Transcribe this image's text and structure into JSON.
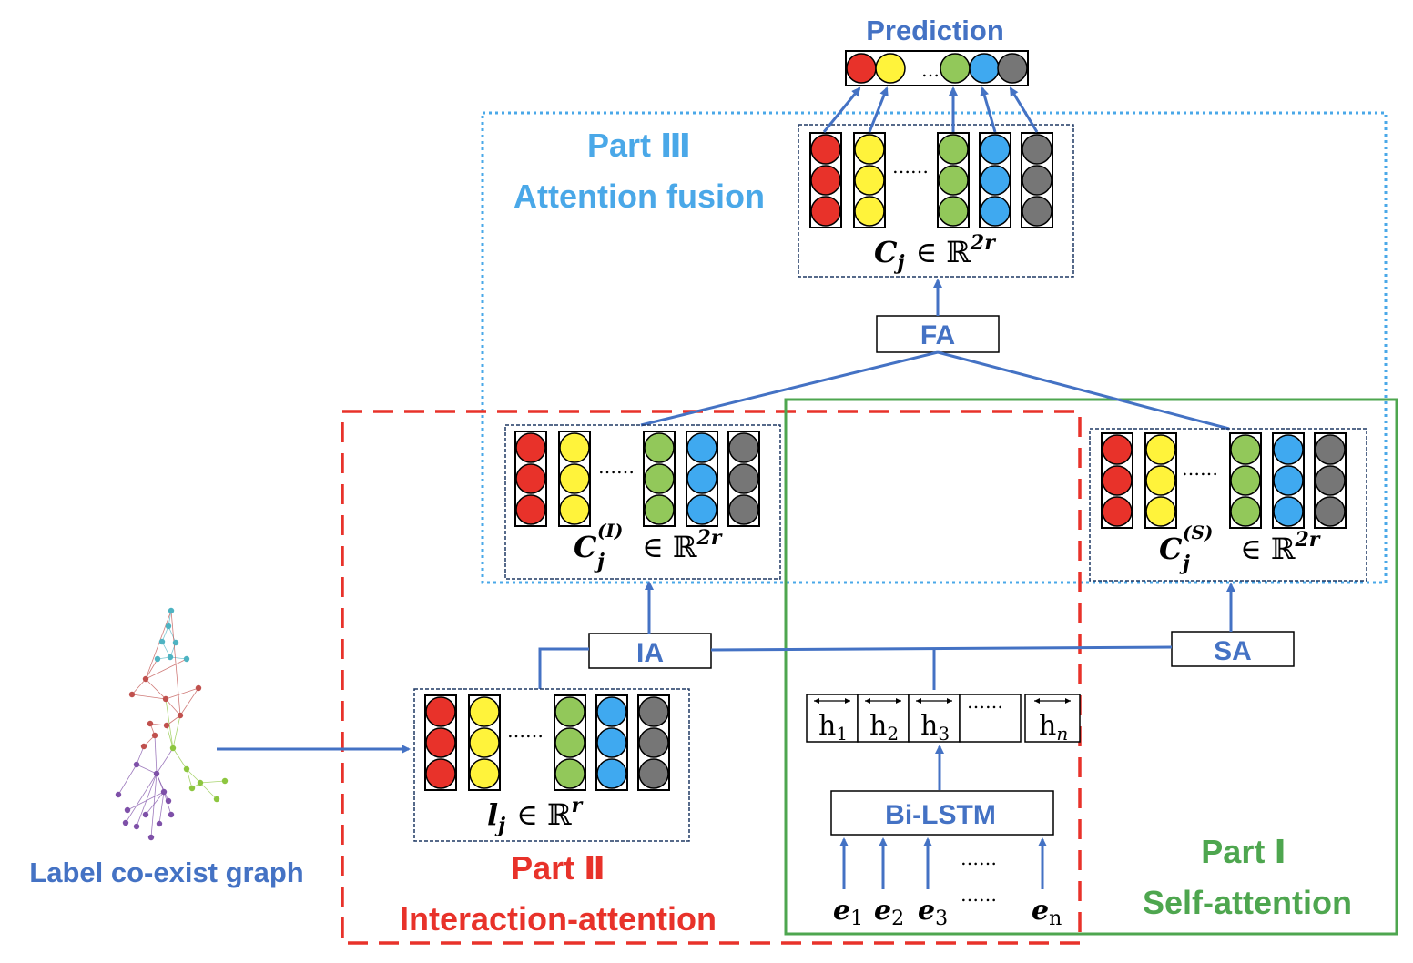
{
  "colors": {
    "arrow": "#4472C4",
    "part1": "#4EA64F",
    "part2": "#E8322A",
    "part3": "#4AA8E8",
    "label_blue": "#4472C4",
    "circles": [
      "#E8322A",
      "#FFF33B",
      "#92C85A",
      "#3FA9F0",
      "#767676"
    ]
  },
  "labels": {
    "prediction": "Prediction",
    "part3_title": "Part  Ⅲ",
    "part3_sub": "Attention fusion",
    "part2_title": "Part  Ⅱ",
    "part2_sub": "Interaction-attention",
    "part1_title": "Part  Ⅰ",
    "part1_sub": "Self-attention",
    "graph_label": "Label co-exist graph",
    "fa": "FA",
    "ia": "IA",
    "sa": "SA",
    "bilstm": "Bi-LSTM",
    "ellipsis": "……"
  },
  "math": {
    "cj": "C",
    "cj_sub": "j",
    "cj_rest": "∈ ℝ",
    "cj_sup": "2r",
    "ci": "C",
    "ci_sup_top": "(I)",
    "ci_sub": "j",
    "cs_sup_top": "(S)",
    "lj": "l",
    "lj_sub": "j",
    "lj_rest": "∈ ℝ",
    "lj_sup": "r",
    "h_vars": [
      "h",
      "h",
      "h",
      "h"
    ],
    "h_subs": [
      "1",
      "2",
      "3",
      "n"
    ],
    "e_vars": [
      "e",
      "e",
      "e",
      "e"
    ],
    "e_subs": [
      "1",
      "2",
      "3",
      "n"
    ]
  }
}
